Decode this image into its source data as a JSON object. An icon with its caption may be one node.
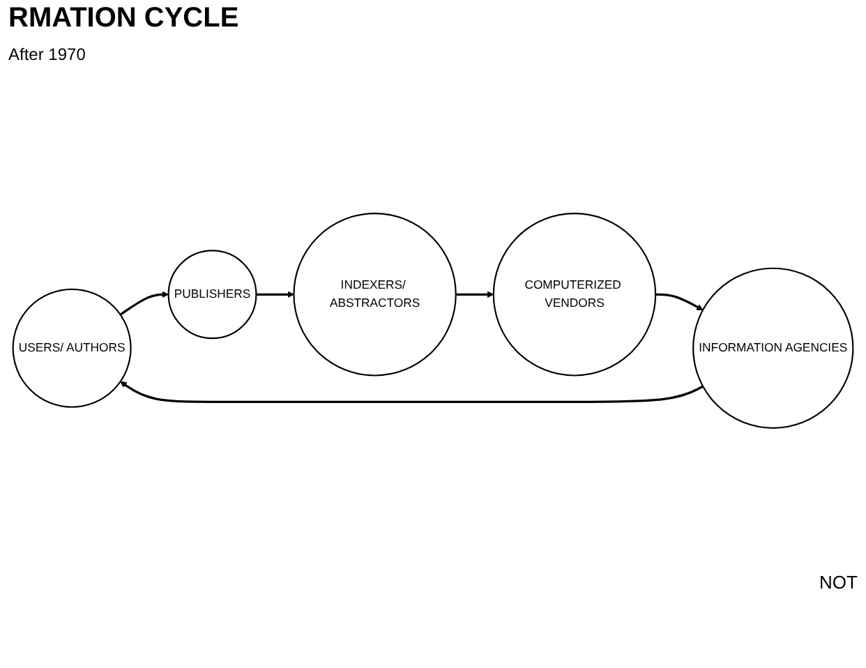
{
  "diagram": {
    "title": "RMATION CYCLE",
    "nodes": [
      {
        "text": [
          "USERS/ AUTHORS"
        ]
      },
      {
        "text": [
          "PUBLISHERS"
        ]
      },
      {
        "text": [
          "INDEXERS/ ABSTRACTORS"
        ]
      },
      {
        "text": [
          "COMPUTERIZED VENDORS"
        ]
      },
      {
        "text": [
          "INFORMATION AGENCIES"
        ]
      }
    ],
    "edges": [
      {
        "from": 0,
        "to": 1,
        "arrow": "to"
      },
      {
        "from": 1,
        "to": 2,
        "arrow": "to"
      },
      {
        "from": 2,
        "to": 3,
        "arrow": "to"
      },
      {
        "from": 3,
        "to": 4,
        "arrow": "to"
      },
      {
        "from": 4,
        "to": 0,
        "arrow": "to"
      }
    ],
    "labels": [
      "After 1970",
      "NOT"
    ]
  }
}
